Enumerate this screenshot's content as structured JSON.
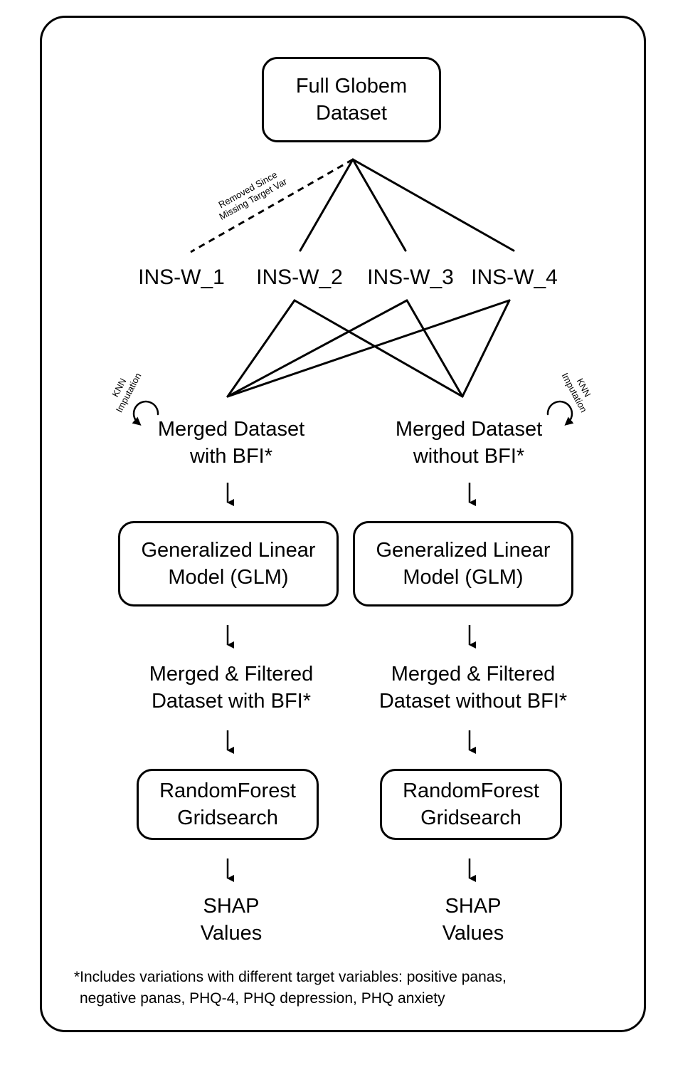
{
  "source": {
    "line1": "Full Globem",
    "line2": "Dataset"
  },
  "removed_note": {
    "line1": "Removed Since",
    "line2": "Missing Target Var"
  },
  "subsets": [
    "INS-W_1",
    "INS-W_2",
    "INS-W_3",
    "INS-W_4"
  ],
  "imputation": {
    "line1": "KNN",
    "line2": "Imputation"
  },
  "left": {
    "merged": {
      "line1": "Merged Dataset",
      "line2": "with BFI*"
    },
    "model": {
      "line1": "Generalized Linear",
      "line2": "Model (GLM)"
    },
    "filtered": {
      "line1": "Merged & Filtered",
      "line2": "Dataset with BFI*"
    },
    "search": {
      "line1": "RandomForest",
      "line2": "Gridsearch"
    },
    "output": {
      "line1": "SHAP",
      "line2": "Values"
    }
  },
  "right": {
    "merged": {
      "line1": "Merged Dataset",
      "line2": "without BFI*"
    },
    "model": {
      "line1": "Generalized Linear",
      "line2": "Model (GLM)"
    },
    "filtered": {
      "line1": "Merged & Filtered",
      "line2": "Dataset without BFI*"
    },
    "search": {
      "line1": "RandomForest",
      "line2": "Gridsearch"
    },
    "output": {
      "line1": "SHAP",
      "line2": "Values"
    }
  },
  "footnote": {
    "line1": "*Includes variations with different target variables: positive panas,",
    "line2": "negative panas, PHQ-4, PHQ depression, PHQ anxiety"
  }
}
